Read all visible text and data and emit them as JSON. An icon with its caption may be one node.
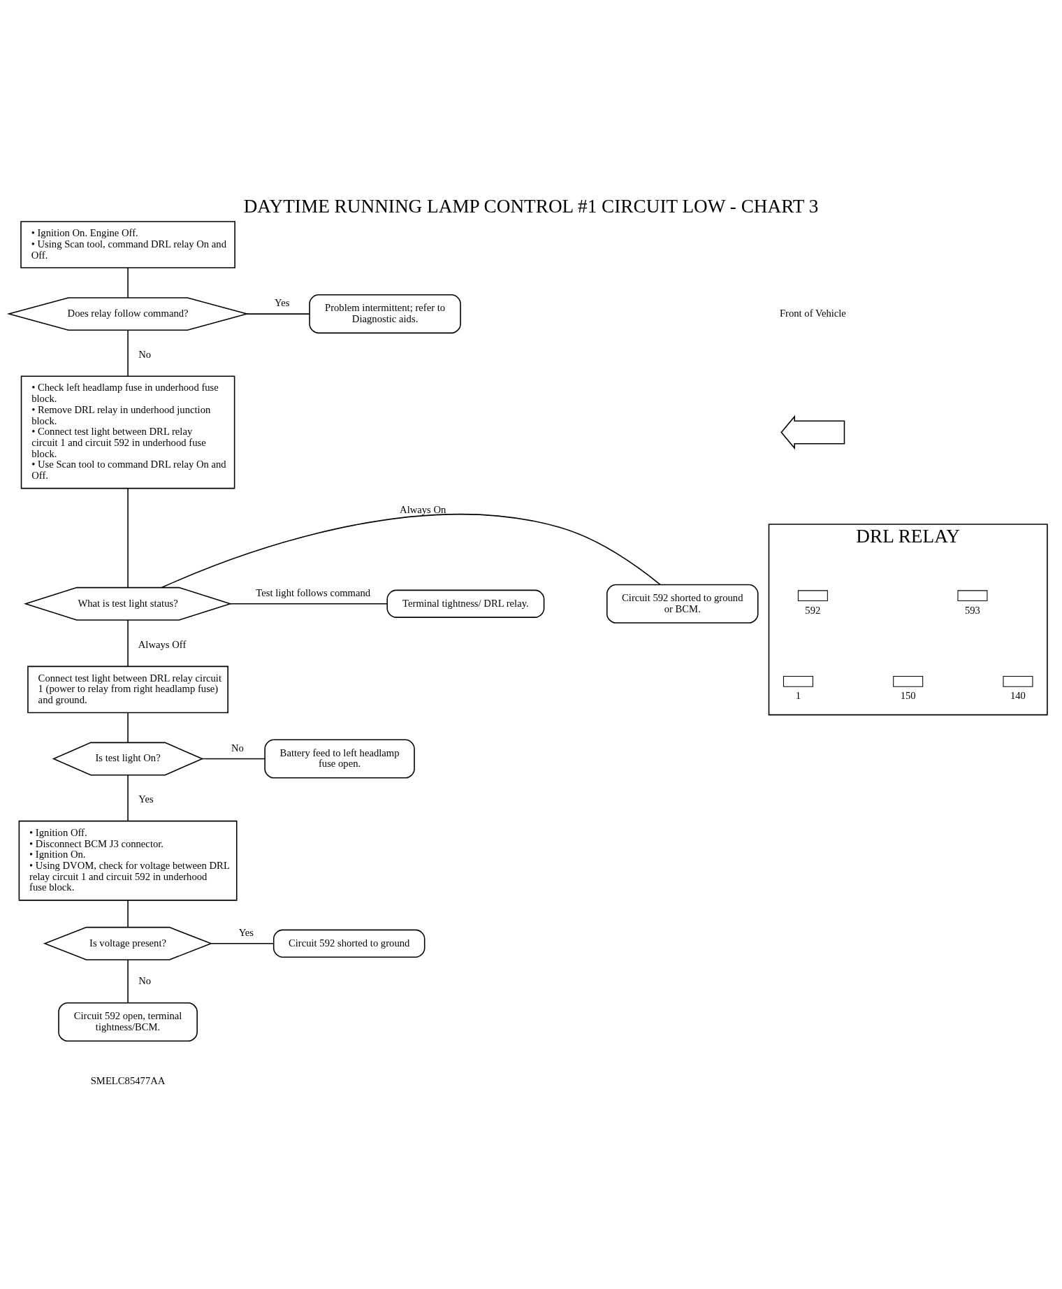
{
  "diagram": {
    "title": "DAYTIME RUNNING LAMP CONTROL #1 CIRCUIT LOW - CHART 3",
    "nodes": [
      {
        "text": [
          "• Ignition On. Engine Off.",
          "• Using Scan tool, command DRL relay On and Off."
        ]
      },
      {
        "text": [
          "Does relay follow command?"
        ]
      },
      {
        "text": [
          "Problem intermittent; refer to Diagnostic aids."
        ]
      },
      {
        "text": [
          "• Check left headlamp fuse in underhood fuse block.",
          "• Remove DRL relay in underhood junction block.",
          "• Connect test light between DRL relay circuit 1 and circuit 592 in underhood fuse block.",
          "• Use Scan tool to command DRL relay On and Off."
        ]
      },
      {
        "text": [
          "What is test light status?"
        ]
      },
      {
        "text": [
          "Terminal tightness/ DRL relay."
        ]
      },
      {
        "text": [
          "Circuit 592 shorted to ground or BCM."
        ]
      },
      {
        "text": [
          "Connect test light between DRL relay circuit 1 (power to relay from right headlamp fuse) and ground."
        ]
      },
      {
        "text": [
          "Is test light On?"
        ]
      },
      {
        "text": [
          "Battery feed to left headlamp fuse open."
        ]
      },
      {
        "text": [
          "• Ignition Off.",
          "• Disconnect BCM J3 connector.",
          "• Ignition On.",
          "• Using DVOM, check for voltage between DRL relay circuit 1 and circuit 592 in underhood fuse block."
        ]
      },
      {
        "text": [
          "Is voltage present?"
        ]
      },
      {
        "text": [
          "Circuit 592 shorted to ground"
        ]
      },
      {
        "text": [
          "Circuit 592 open, terminal tightness/BCM."
        ]
      },
      {
        "text": [
          "DRL RELAY"
        ]
      },
      {
        "text": [],
        "shape": "box",
        "in": 14,
        "beside": [
          "592"
        ]
      },
      {
        "text": [],
        "shape": "box",
        "in": 14,
        "beside": [
          "593"
        ]
      },
      {
        "text": [],
        "shape": "box",
        "in": 14,
        "beside": [
          "1"
        ]
      },
      {
        "text": [],
        "shape": "box",
        "in": 14,
        "beside": [
          "150"
        ]
      },
      {
        "text": [],
        "shape": "box",
        "in": 14,
        "beside": [
          "140"
        ]
      },
      {
        "text": [],
        "shape": "arrow"
      }
    ],
    "edges": [
      {
        "from": 0,
        "to": 1,
        "arrow": "none"
      },
      {
        "from": 1,
        "to": 2,
        "arrow": "none",
        "label": "Yes"
      },
      {
        "from": 1,
        "to": 3,
        "arrow": "none",
        "label": "No"
      },
      {
        "from": 3,
        "to": 4,
        "arrow": "none"
      },
      {
        "from": 4,
        "to": 5,
        "arrow": "none",
        "label": "Test light follows command"
      },
      {
        "from": 4,
        "to": 6,
        "arrow": "none",
        "label": "Always On"
      },
      {
        "from": 4,
        "to": 7,
        "arrow": "none",
        "label": "Always Off"
      },
      {
        "from": 7,
        "to": 8,
        "arrow": "none"
      },
      {
        "from": 8,
        "to": 9,
        "arrow": "none",
        "label": "No"
      },
      {
        "from": 8,
        "to": 10,
        "arrow": "none",
        "label": "Yes"
      },
      {
        "from": 10,
        "to": 11,
        "arrow": "none"
      },
      {
        "from": 11,
        "to": 12,
        "arrow": "none",
        "label": "Yes"
      },
      {
        "from": 11,
        "to": 13,
        "arrow": "none",
        "label": "No"
      }
    ],
    "labels": [
      "Front of Vehicle",
      "SMELC85477AA"
    ]
  }
}
